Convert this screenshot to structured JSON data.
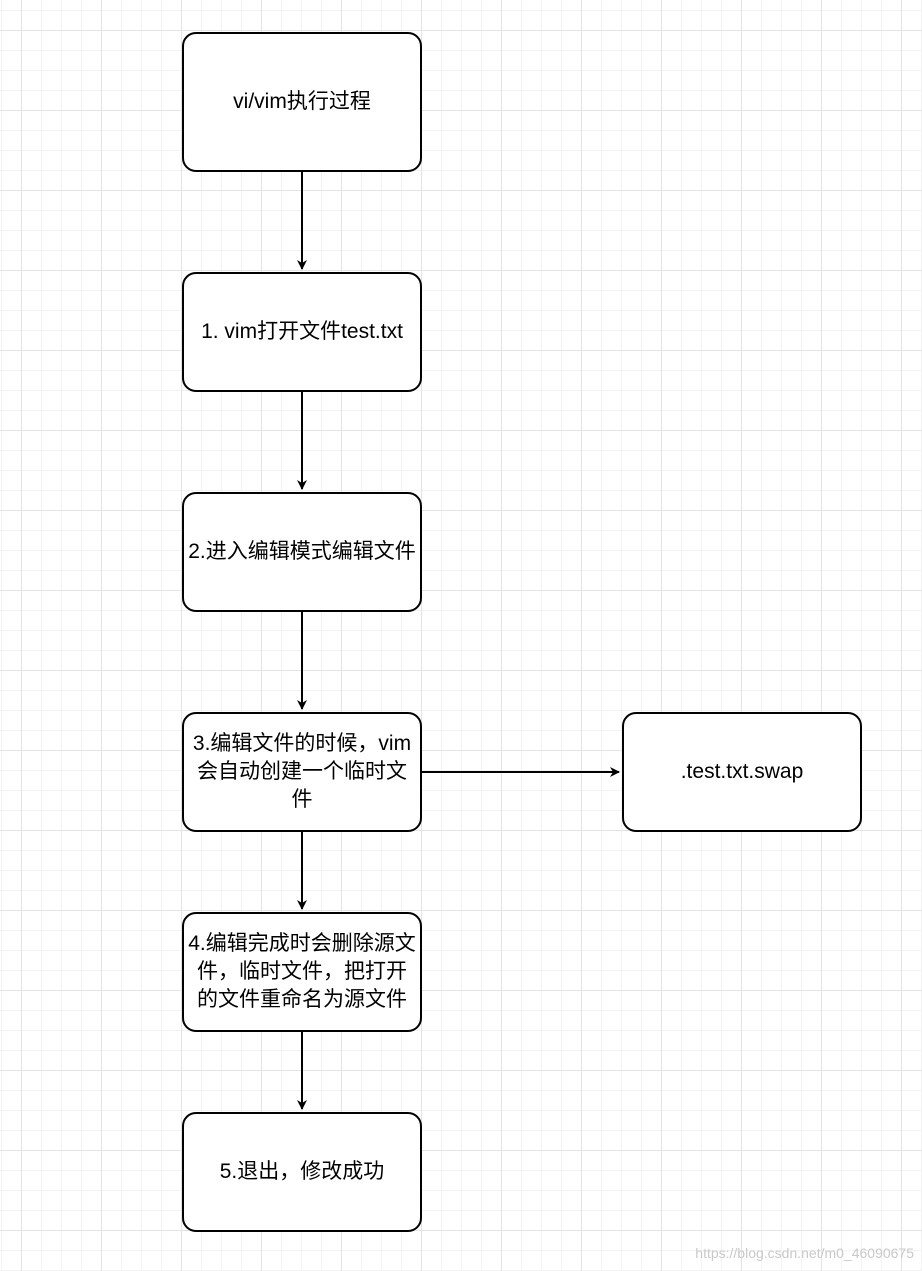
{
  "diagram": {
    "nodes": {
      "title": "vi/vim执行过程",
      "step1": "1. vim打开文件test.txt",
      "step2": "2.进入编辑模式编辑文件",
      "step3": "3.编辑文件的时候，vim会自动创建一个临时文件",
      "swap": ".test.txt.swap",
      "step4": "4.编辑完成时会删除源文件，临时文件，把打开的文件重命名为源文件",
      "step5": "5.退出，修改成功"
    }
  },
  "watermark": "https://blog.csdn.net/m0_46090675",
  "colors": {
    "stroke": "#000000",
    "grid": "#e3e3e3",
    "background": "#ffffff"
  }
}
